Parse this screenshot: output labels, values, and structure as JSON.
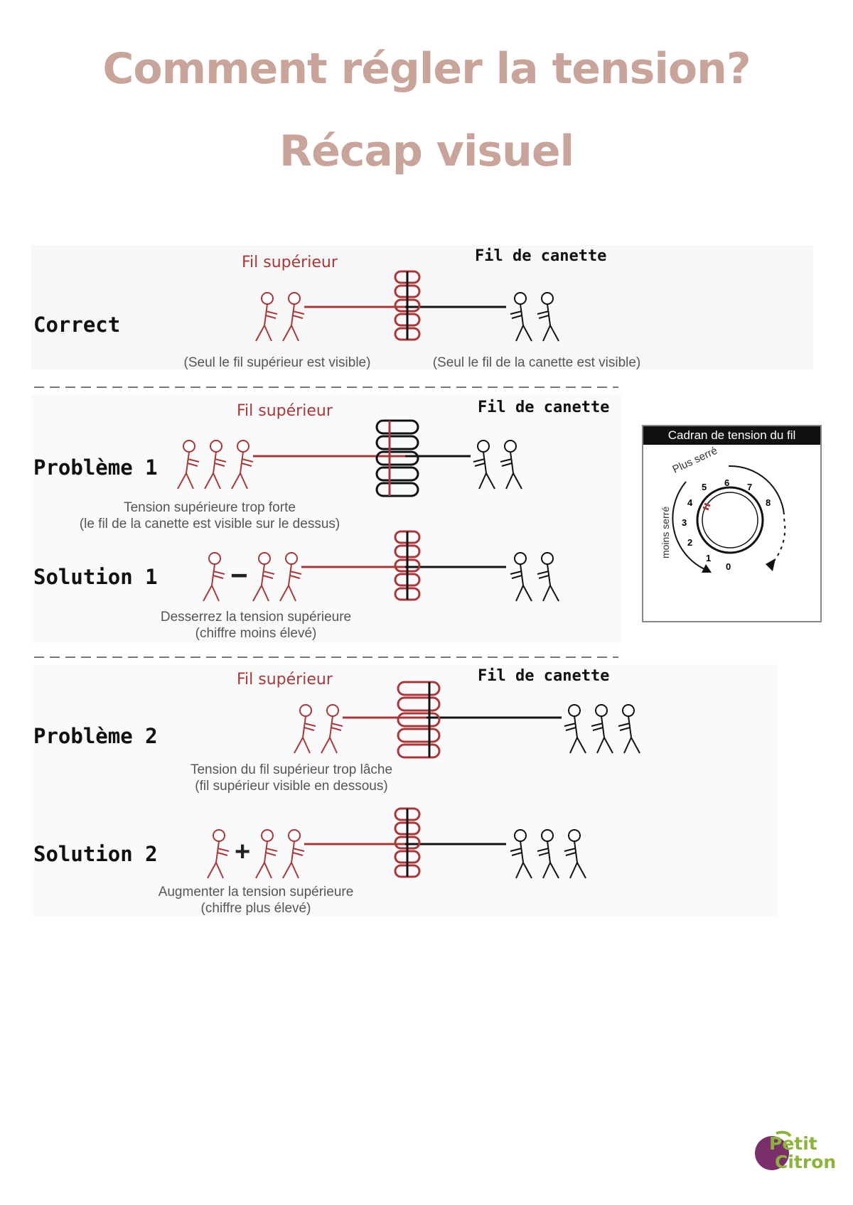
{
  "title": {
    "line1": "Comment régler la tension?",
    "line2": "Récap visuel"
  },
  "labels": {
    "upper_thread": "Fil supérieur",
    "bobbin_thread": "Fil de canette"
  },
  "rows": {
    "correct": {
      "label": "Correct",
      "caption_left": "(Seul le fil supérieur est visible)",
      "caption_right": "(Seul le fil de la canette est visible)"
    },
    "problem1": {
      "label": "Problème 1",
      "caption_line1": "Tension supérieure trop forte",
      "caption_line2": "(le fil de la canette est visible sur le dessus)"
    },
    "solution1": {
      "label": "Solution 1",
      "sign": "−",
      "caption_line1": "Desserrez la tension supérieure",
      "caption_line2": "(chiffre moins élevé)"
    },
    "problem2": {
      "label": "Problème 2",
      "caption_line1": "Tension du fil supérieur trop lâche",
      "caption_line2": "(fil supérieur visible en dessous)"
    },
    "solution2": {
      "label": "Solution 2",
      "sign": "+",
      "caption_line1": "Augmenter la tension supérieure",
      "caption_line2": "(chiffre plus élevé)"
    }
  },
  "dial": {
    "title": "Cadran de tension du fil",
    "tighter": "Plus serré",
    "looser": "moins serré",
    "numbers": [
      "0",
      "1",
      "2",
      "3",
      "4",
      "5",
      "6",
      "7",
      "8"
    ]
  },
  "logo": {
    "line1": "Petit",
    "line2": "Citron"
  },
  "colors": {
    "title": "#c8a49a",
    "upper_thread": "#a8383a",
    "bobbin_thread": "#111111",
    "logo_purple": "#7a2f6a",
    "logo_green": "#8cb43c"
  }
}
